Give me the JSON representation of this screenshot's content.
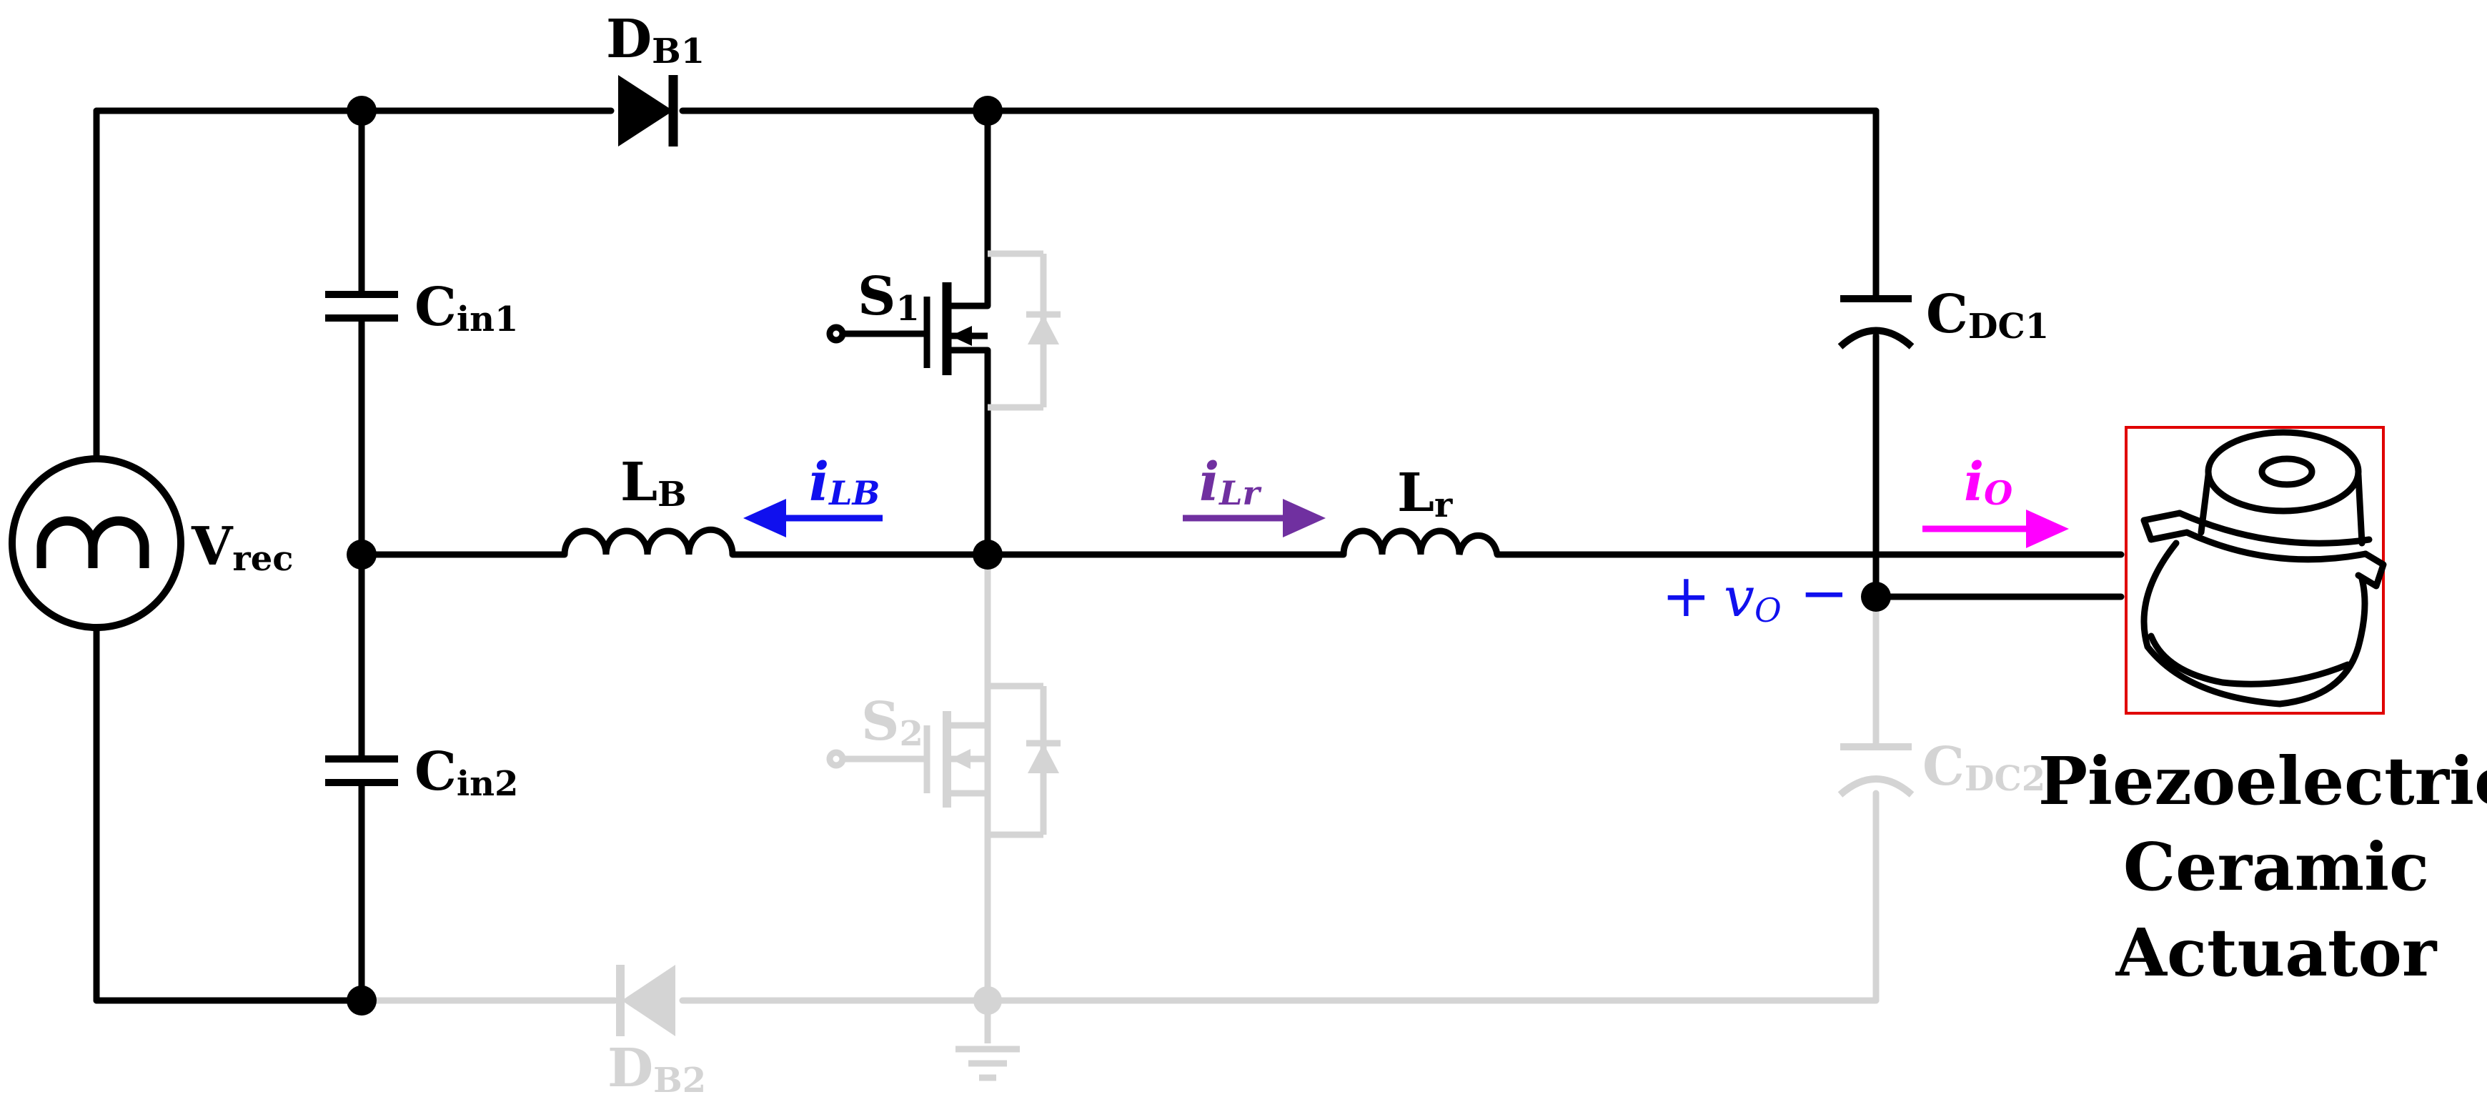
{
  "labels": {
    "db1": {
      "main": "D",
      "sub": "B1"
    },
    "db2": {
      "main": "D",
      "sub": "B2"
    },
    "cin1": {
      "main": "C",
      "sub": "in1"
    },
    "cin2": {
      "main": "C",
      "sub": "in2"
    },
    "s1": {
      "main": "S",
      "sub": "1"
    },
    "s2": {
      "main": "S",
      "sub": "2"
    },
    "lb": {
      "main": "L",
      "sub": "B"
    },
    "lr": {
      "main": "L",
      "sub": "r"
    },
    "cdc1": {
      "main": "C",
      "sub": "DC1"
    },
    "cdc2": {
      "main": "C",
      "sub": "DC2"
    },
    "vrec": {
      "main": "V",
      "sub": "rec"
    }
  },
  "currents": {
    "ilb": {
      "main": "i",
      "sub": "LB",
      "color": "#1010ee"
    },
    "ilr": {
      "main": "i",
      "sub": "Lr",
      "color": "#7030a0"
    },
    "io": {
      "main": "i",
      "sub": "O",
      "color": "#ff00ff"
    }
  },
  "voltage": {
    "plus": "+",
    "main": "v",
    "sub": "O",
    "minus": "−",
    "color": "#1010ee"
  },
  "actuator": {
    "line1": "Piezoelectric",
    "line2": "Ceramic",
    "line3": "Actuator",
    "box_color": "#e00000"
  },
  "colors": {
    "active": "#000000",
    "inactive": "#d4d4d4"
  }
}
